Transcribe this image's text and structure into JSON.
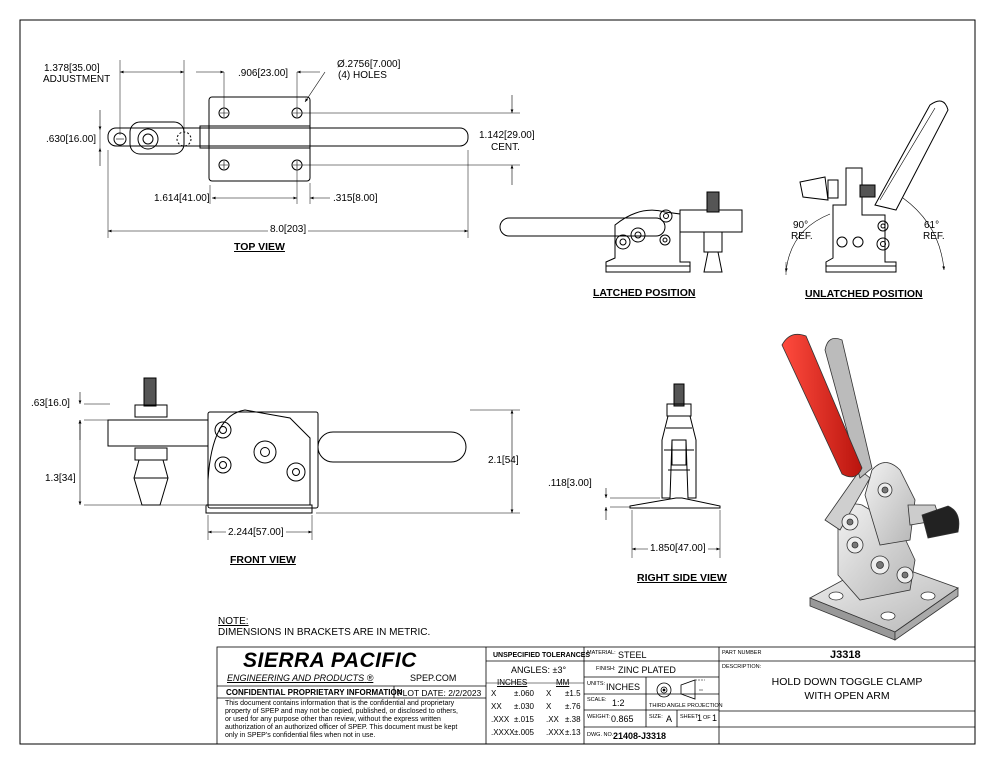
{
  "dims": {
    "adjustment_value": "1.378",
    "adjustment_mm": "35.00",
    "adjustment_label": "ADJUSTMENT",
    "hole_width": ".906",
    "hole_width_mm": "23.00",
    "hole_dia": "Ø.2756",
    "hole_dia_mm": "7.000",
    "holes_label": "(4) HOLES",
    "handle_h": ".630",
    "handle_h_mm": "16.00",
    "cent_value": "1.142",
    "cent_mm": "29.00",
    "cent_label": "CENT.",
    "hole_pos": "1.614",
    "hole_pos_mm": "41.00",
    "edge_off": ".315",
    "edge_off_mm": "8.00",
    "length": "8.0",
    "length_mm": "203",
    "spindle_h": ".63",
    "spindle_h_mm": "16.0",
    "height_low": "1.3",
    "height_low_mm": "34",
    "height_total": "2.1",
    "height_total_mm": "54",
    "base_len": "2.244",
    "base_len_mm": "57.00",
    "base_thk": ".118",
    "base_thk_mm": "3.00",
    "base_w": "1.850",
    "base_w_mm": "47.00",
    "angle_left": "90°",
    "angle_right": "61°",
    "ref": "REF."
  },
  "views": {
    "top": "TOP VIEW",
    "latched": "LATCHED POSITION",
    "unlatched": "UNLATCHED POSITION",
    "front": "FRONT VIEW",
    "right": "RIGHT SIDE VIEW"
  },
  "note": {
    "title": "NOTE:",
    "text": "DIMENSIONS IN BRACKETS ARE IN METRIC."
  },
  "title_block": {
    "company": "SIERRA PACIFIC",
    "subtitle": "ENGINEERING AND PRODUCTS",
    "reg": "®",
    "site": "SPEP.COM",
    "confidential": "CONFIDENTIAL PROPRIETARY INFORMATION",
    "plot_label": "PLOT DATE:",
    "plot_date": "2/2/2023",
    "disclaimer_1": "This document contains information that is the confidential and proprietary",
    "disclaimer_2": "property of SPEP and may not be copied, published, or disclosed to others,",
    "disclaimer_3": "or used for any purpose  other than review, without the express written",
    "disclaimer_4": "authorization of an authorized officer of SPEP. This document must be kept",
    "disclaimer_5": "only in SPEP's confidential files when not in use.",
    "tol_title": "UNSPECIFIED TOLERANCES",
    "angles": "ANGLES: ±3°",
    "inches": "INCHES",
    "mm": "MM",
    "tol_rows": [
      {
        "a": "X",
        "b": "±.060",
        "c": "X",
        "d": "±1.5"
      },
      {
        "a": "XX",
        "b": "±.030",
        "c": "X",
        "d": "±.76"
      },
      {
        "a": ".XXX",
        "b": "±.015",
        "c": ".XX",
        "d": "±.38"
      },
      {
        "a": ".XXXX",
        "b": "±.005",
        "c": ".XXX",
        "d": "±.13"
      }
    ],
    "material_label": "MATERIAL:",
    "material": "STEEL",
    "finish_label": "FINISH:",
    "finish": "ZINC PLATED",
    "units_label": "UNITS:",
    "units": "INCHES",
    "scale_label": "SCALE:",
    "scale": "1:2",
    "projection": "THIRD ANGLE PROJECTION",
    "weight_label": "WEIGHT:",
    "weight": "0.865",
    "size_label": "SIZE:",
    "size": "A",
    "sheet_label": "SHEET",
    "sheet": "1",
    "of_label": "OF",
    "of": "1",
    "dwg_label": "DWG. NO.",
    "dwg": "21408-J3318",
    "part_label": "PART NUMBER",
    "part": "J3318",
    "desc_label": "DESCRIPTION:",
    "desc_1": "HOLD DOWN TOGGLE CLAMP",
    "desc_2": "WITH OPEN ARM"
  },
  "colors": {
    "handle": "#e0231b",
    "metal": "#d9d9d9"
  }
}
